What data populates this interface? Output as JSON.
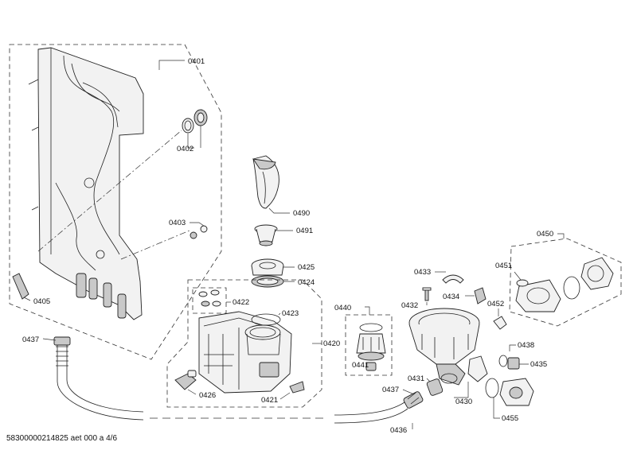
{
  "footer": {
    "doc_code": "58300000214825 aet 000 a 4/6"
  },
  "labels": {
    "p0401": "0401",
    "p0402": "0402",
    "p0403": "0403",
    "p0405": "0405",
    "p0437a": "0437",
    "p0490": "0490",
    "p0491": "0491",
    "p0425": "0425",
    "p0424": "0424",
    "p0422": "0422",
    "p0423": "0423",
    "p0420": "0420",
    "p0426": "0426",
    "p0421": "0421",
    "p0440": "0440",
    "p0441": "0441",
    "p0433": "0433",
    "p0432": "0432",
    "p0434": "0434",
    "p0452": "0452",
    "p0450": "0450",
    "p0451": "0451",
    "p0438": "0438",
    "p0435": "0435",
    "p0431": "0431",
    "p0437b": "0437",
    "p0430": "0430",
    "p0455": "0455",
    "p0436": "0436"
  }
}
